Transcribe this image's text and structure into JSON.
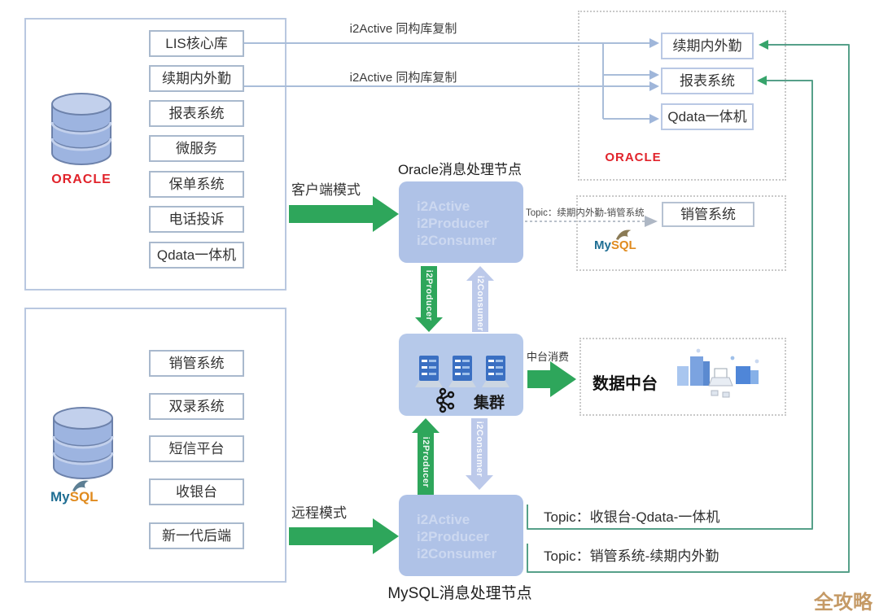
{
  "colors": {
    "arrow_green": "#2ea65b",
    "arrow_blue": "#bcc9ea",
    "node_blue": "#afc2e7",
    "cluster_blue": "#b6c9ea",
    "connector_blue": "#a9bdd9",
    "connector_teal": "#56a089",
    "oracle_red": "#e1232b",
    "mysql_blue": "#1f6e93",
    "mysql_orange": "#e08b1f",
    "watermark_gold": "#c59a66"
  },
  "oracle_source": {
    "logo": "ORACLE",
    "systems": [
      "LIS核心库",
      "续期内外勤",
      "报表系统",
      "微服务",
      "保单系统",
      "电话投诉",
      "Qdata一体机"
    ]
  },
  "mysql_source": {
    "logo_my": "My",
    "logo_sql": "SQL",
    "systems": [
      "销管系统",
      "双录系统",
      "短信平台",
      "收银台",
      "新一代后端"
    ]
  },
  "replication": {
    "label_top": "i2Active 同构库复制",
    "label_bottom": "i2Active 同构库复制"
  },
  "oracle_node": {
    "title": "Oracle消息处理节点"
  },
  "mysql_node": {
    "title": "MySQL消息处理节点"
  },
  "i2_stack": {
    "line1": "i2Active",
    "line2": "i2Producer",
    "line3": "i2Consumer"
  },
  "flow_labels": {
    "client_mode": "客户端模式",
    "remote_mode": "远程模式",
    "producer": "i2Producer",
    "consumer": "i2Consumer",
    "midtier_consume": "中台消费"
  },
  "cluster": {
    "label": "集群"
  },
  "oracle_target": {
    "logo": "ORACLE",
    "systems": [
      "续期内外勤",
      "报表系统",
      "Qdata一体机"
    ]
  },
  "sales_target": {
    "topic_label": "Topic：续期内外勤-销管系统",
    "system": "销管系统",
    "logo_my": "My",
    "logo_sql": "SQL"
  },
  "data_platform": {
    "label": "数据中台"
  },
  "topics": {
    "topic1": "Topic：收银台-Qdata-一体机",
    "topic2": "Topic：销管系统-续期内外勤"
  },
  "watermark": "全攻略"
}
